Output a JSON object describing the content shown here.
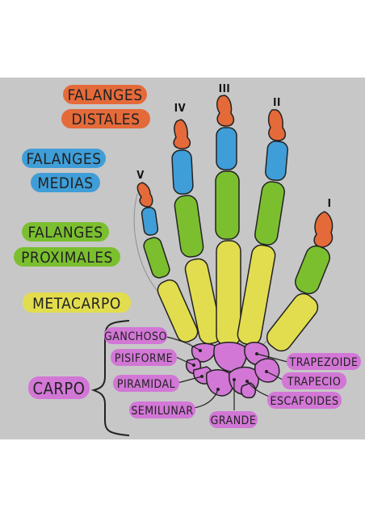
{
  "colors": {
    "distal": "#e56a3a",
    "media": "#3f9ed8",
    "proximal": "#7bbf2f",
    "metacarpo": "#e2dd4e",
    "carpo": "#d277d6",
    "background": "#c7c7c7"
  },
  "legend": {
    "distales_1": "FALANGES",
    "distales_2": "DISTALES",
    "medias_1": "FALANGES",
    "medias_2": "MEDIAS",
    "proximales_1": "FALANGES",
    "proximales_2": "PROXIMALES",
    "metacarpo": "METACARPO",
    "carpo": "CARPO"
  },
  "fingers": {
    "I": "I",
    "II": "II",
    "III": "III",
    "IV": "IV",
    "V": "V"
  },
  "carpal_labels": {
    "ganchoso": "GANCHOSO",
    "pisiforme": "PISIFORME",
    "piramidal": "PIRAMIDAL",
    "semilunar": "SEMILUNAR",
    "grande": "GRANDE",
    "trapezoide": "TRAPEZOIDE",
    "trapecio": "TRAPECIO",
    "escafoides": "ESCAFOIDES"
  }
}
